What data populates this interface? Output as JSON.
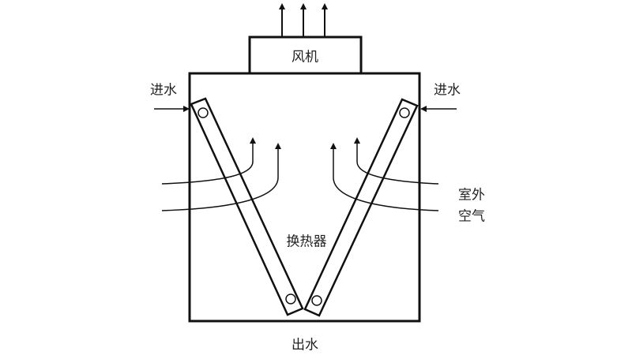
{
  "labels": {
    "fan": "风机",
    "water_in_left": "进水",
    "water_in_right": "进水",
    "outdoor_air_line1": "室外",
    "outdoor_air_line2": "空气",
    "heat_exchanger": "换热器",
    "water_out": "出水"
  }
}
